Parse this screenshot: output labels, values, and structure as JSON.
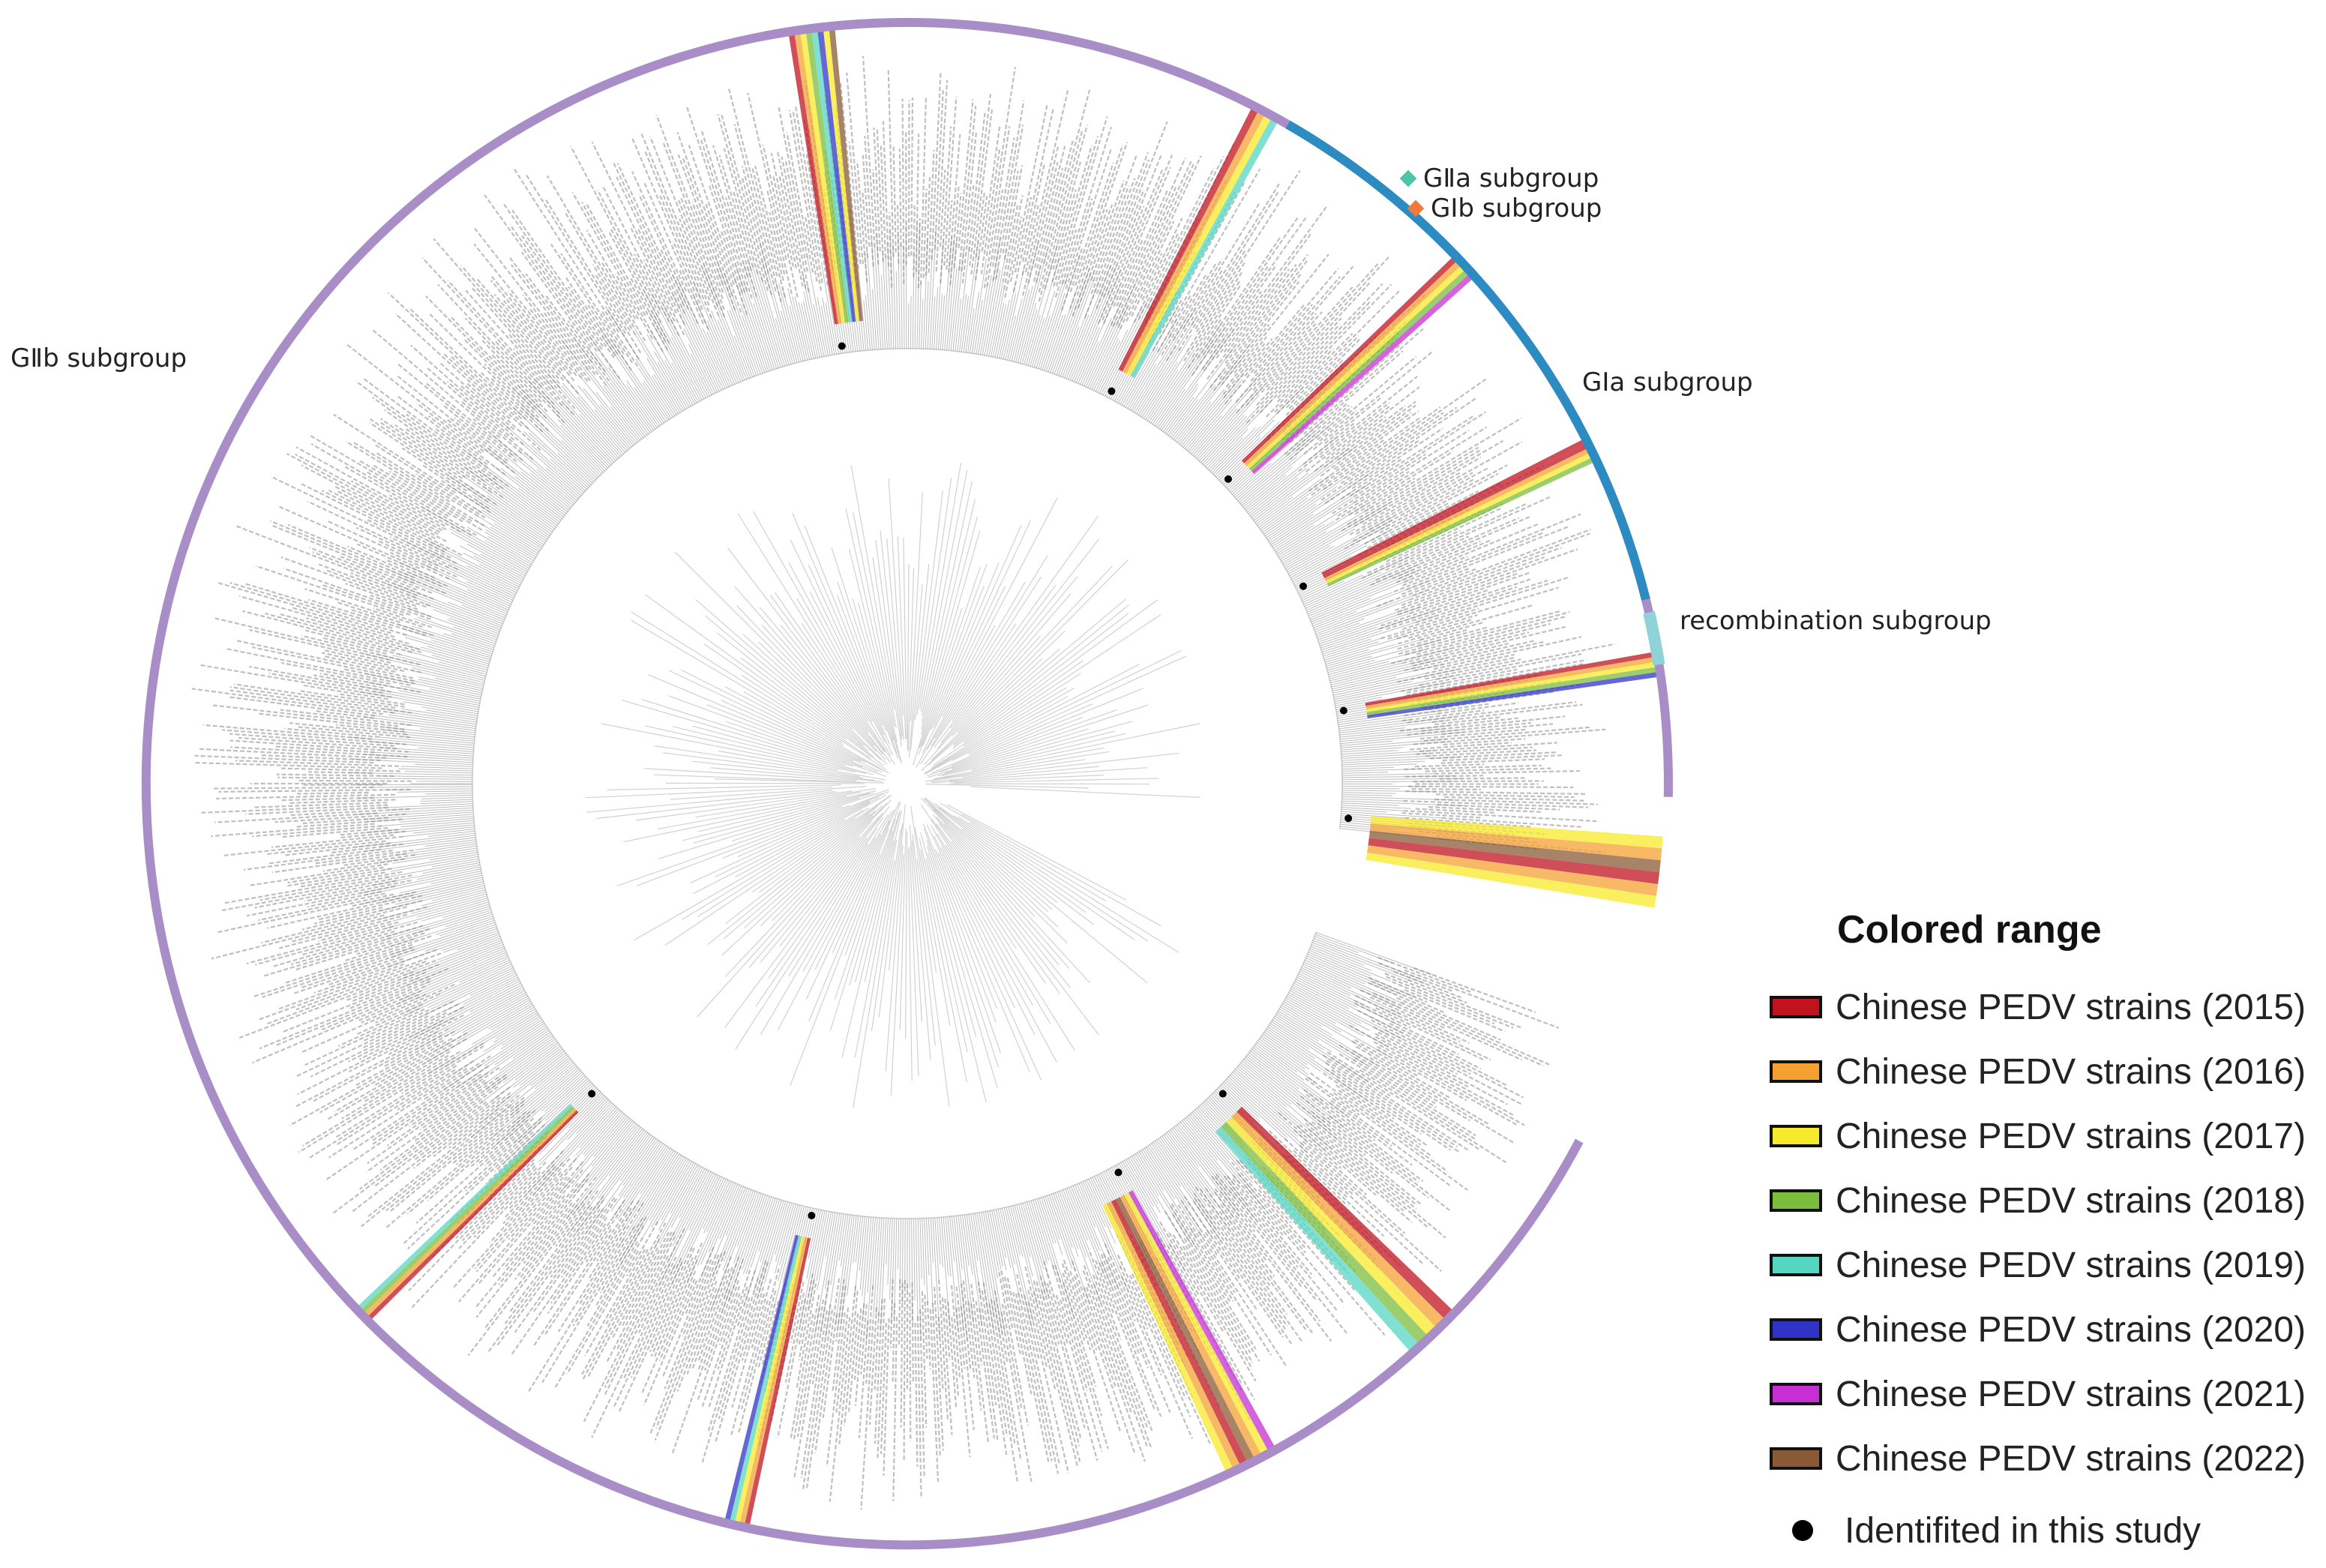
{
  "subgroups": {
    "giib": "GⅡb  subgroup",
    "giia": "GⅡa  subgroup",
    "gib": "GⅠb  subgroup",
    "gia": "GⅠa  subgroup",
    "recombination": "recombination subgroup"
  },
  "legend": {
    "title": "Colored range",
    "items": [
      {
        "label": "Chinese PEDV strains (2015)",
        "color": "#c0131f"
      },
      {
        "label": "Chinese PEDV strains (2016)",
        "color": "#f4a132"
      },
      {
        "label": "Chinese PEDV strains (2017)",
        "color": "#f7ea2a"
      },
      {
        "label": "Chinese PEDV strains (2018)",
        "color": "#7cbd3d"
      },
      {
        "label": "Chinese PEDV strains (2019)",
        "color": "#55d6c2"
      },
      {
        "label": "Chinese PEDV strains (2020)",
        "color": "#3034c6"
      },
      {
        "label": "Chinese PEDV strains (2021)",
        "color": "#c62fd3"
      },
      {
        "label": "Chinese PEDV strains (2022)",
        "color": "#8a5a36"
      }
    ],
    "identified": "Identifited in this study"
  },
  "colors": {
    "giib_ring": "#a98dc7",
    "gi_ring": "#2c8bc0",
    "recombination_ring": "#8fd3d8",
    "giia_marker": "#4cc4a6",
    "gib_marker": "#f07a3a",
    "branch": "#bdbdbd",
    "tip_label": "#8a8a8a"
  }
}
